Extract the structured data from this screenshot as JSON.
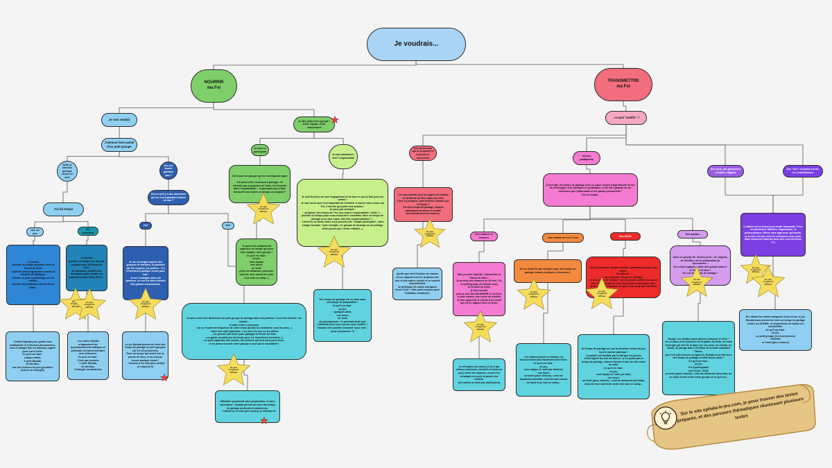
{
  "nodes": {
    "root": {
      "text": "Je voudrais...",
      "bg": "#aad4f5"
    },
    "nourrir": {
      "text": "NOURRIR\nma Foi",
      "bg": "#7ecf6a"
    },
    "transmettre": {
      "text": "TRANSMETTRE\nma Foi",
      "bg": "#f26d7d"
    },
    "seul": {
      "text": "Je suis seul(e)",
      "bg": "#8fd0f2"
    },
    "groupe_partie": {
      "text": "Je fais partie d'un groupe / d'une équipe / d'un mouvement",
      "bg": "#7ecf6a"
    },
    "public": {
      "text": "...à quel \"public\" ?",
      "bg": "#f7a9c4"
    },
    "aimerais_groupe": {
      "text": "J'aimerai faire partie d'un petit groupe",
      "bg": "#8fd0f2"
    },
    "non_cherche": {
      "text": "NON, je cherche quelque chose en solo",
      "bg": "#8fd0f2"
    },
    "oui_temps": {
      "text": "Oui une bonne question pas ?",
      "bg": "#2d5fb0"
    },
    "temps": {
      "text": "J'ai du temps",
      "bg": "#8fd0f2"
    },
    "oui_peu": {
      "text": "Oui, un peu",
      "bg": "#8fd0f2"
    },
    "beaucoup": {
      "text": "Oui, beaucoup",
      "bg": "#1a9ab0"
    },
    "solo_peu": {
      "text": "Je prends\nprendre un temps quotidien avec la Parole de Dieu,\nrejoindre des programmes comme la Randonnée Biblique,\nprévoir un (mai !) pèlerinage ou une retraite,\nécouter des podcasts comme Prion, Zetec...",
      "bg": "#2e86d6"
    },
    "solo_beaucoup": {
      "text": "Je prends\nprendre un temps une fois par semaine avec la Parole de Dieu.\nA l'occasion, profiter des transports pour écouter un podcast comme Prion Zetec...",
      "bg": "#2283b8"
    },
    "solo_peu_detail": {
      "text": "J'utilise Ephata pour guider mes méditations et réflexions personnelles, avec à chaque fois un nouveau regard posé sur le texte.\nCe qu'il me faut :\nchaque matin,\n1 carte Ephata,\n20 minutes,\nune des lectures du jour (première lecture ou évangile)",
      "bg": "#8fd0f2"
    },
    "solo_beaucoup_detail": {
      "text": "Les cartes Ephata m'apportent des questionnements ludiques et profonds et m'amènent dans mes réflexions.\nCe qu'il me faut :\n1 fois par semaine\n1 carte Ephata,\n20 minutes,\nl'évangile du dimanche",
      "bg": "#8fd0f2"
    },
    "structures": {
      "text": "Est-ce qu'il y a des structures qui me correspondent autour de moi ?",
      "bg": "#2d5fb0"
    },
    "oui_struct": {
      "text": "Oui",
      "bg": "#2d5fb0"
    },
    "non_struct": {
      "text": "Non",
      "bg": "#8fd0f2"
    },
    "rejoindre": {
      "text": "Je me renseigne auprès des groupes de retraites, en passant par les couples, les prêtres... Il y a forcément quelque chose pour moi !\nJe me renseigne dans ma paroisse, ou sur les sites internet des grands mouvements.",
      "bg": "#2d5fb0"
    },
    "rejoindre_detail": {
      "text": "Le jeu Ephata permet de vivre des temps de partage en petit groupes (de 5 à 10 personnes)\nPour un temps qui centré sur la parole de Dieu, et où chacun trouve quelque chose !\n→ Comme je ne suis plus seul(e), je retourne là",
      "bg": "#8fd0f2"
    },
    "creer": {
      "text": "Je peux créer très facilement un petit groupe de partage dans ma paroisse / mon lieu d'étude / de travail...\nIl suffit d'être 3 minimum\n• on se réunit à la fréquence de notre choix (toutes les semaines, tous les mois...)\n• dans une salle (paroisse...) ou chez les uns ou les autres\n• on prévoit une heure pour partager la Parole de Dieu\n• on garde un petit peu de temps pour les nourritures terrestres :)\n• on peut organiser des sorties, des actions qui font sens pour nous...\net on pense à ouvrir notre groupe à ceux qui le souhaitent !",
      "bg": "#5fd4e0"
    },
    "creer_detail": {
      "text": "Utilisable quasiment sans préparation, et sans \"animateur\", Ephata permet de vivre des temps de partage profonds et chaleureux.\n→ Comme je ne suis plus seul(e), je retourne là",
      "bg": "#5fd4e0"
    },
    "participant": {
      "text": "Je suis un participant",
      "bg": "#7ecf6a"
    },
    "animateur": {
      "text": "Je suis animateur / chef / responsable",
      "bg": "#c7f08c"
    },
    "participant_txt": {
      "text": "J'ai trouvé un groupe qui me correspond super !\nJ'ai aussi mille richesses à partager. Je n'hésite pas à proposer de l'aide, à m'investir dans l'organisation... et pourquoi pas à faire découvrir aux autres un temps où original ?",
      "bg": "#7ecf6a"
    },
    "participant_detail": {
      "text": "Je peux très simplement organiser un temps qui pour mon équipe / mon groupe !\nCe qu'il me faut :\nun jeu,\nmon équipe\nune heure\nun texte\n(celui de dimanche prochain, celui de mon carnet de route et je suis en camp...)",
      "bg": "#7ecf6a"
    },
    "animateur_txt": {
      "text": "Je suis fier(ère) de mon engagement et de tout ce que je fais pour les autres !\nJe sais aussi que c'est important de chercher à nourrir sans cesse ma Foi, c'est elle qui porte mes actions !\nJe peux par exemple :\n• proposer des temps de \"foi\" aux autres responsables / chefs ?... prendre un temps pour nous ressourcer ensemble, faire un temps de partage et un bon repas, loin des responsabilités ?...\n• chercher un autre cadre où je pourrai être \"simple participant\", sans charge mentale ? (par exemple, un groupe de louange ou de partage entre jeunes pro / entre retraités...)",
      "bg": "#c7f08c"
    },
    "animateur_detail": {
      "text": "Des temps de partage clé en main sans surcharge de préparation !\nCe qu'il me faut :\nun jeu,\nquelques amis\nune heure\nun texte\n(et pourquoi pas : le prochain texte que j'utiliserai avec ceux qui me sont confiés ? Histoire d'en profiter vraiment \"pour moi\", pour commencer ?)",
      "bg": "#5fd4e0"
    },
    "pub_prep": {
      "text": "Des personnes qui se préparent à recevoir un sacrement",
      "bg": "#f26d7d"
    },
    "pub_jeunes": {
      "text": "Jeunes, pratiquants",
      "bg": "#f57ad1"
    },
    "pub_nonreligieux": {
      "text": "Des amis, des personnes d'autres religions",
      "bg": "#9b5de5"
    },
    "pub_chretiens": {
      "text": "Des \"non\" croyants à la foi, les contradicteurs",
      "bg": "#7b3fe4"
    },
    "prep_txt": {
      "text": "Les sacrements sont les signes de l'action de la Parole de Dieu dans nos vies.\nPour s'y préparer, quel meilleur chemin que la Parole ?\nPar des temps de partage, chaque participant va mieux se mettre personnellement en marche.",
      "bg": "#f26d7d"
    },
    "prep_detail": {
      "text": "Quelle que soit l'histoire de chacun et son rapport à la Foi, la parole des uns et des autres circule et se nourrit mutuellement.\nJe privilégie les cartes marquées d'une Croix : elles sont conçues pour l'initiation chrétienne.",
      "bg": "#8fd0f2"
    },
    "jeunes_txt": {
      "text": "À tout âge, les temps de partage sont un super moyen d'approfondir sa foi, de développer son intelligence symbolique, et de faire grandir sa vie intérieure par l'élaboration d'une parole personnelle !\nJ'ai en charge :",
      "bg": "#f57ad1"
    },
    "enfants": {
      "text": "Des enfants en lecteurs",
      "bg": "#f57ad1"
    },
    "ados": {
      "text": "des enfants de 9 à 17 ans",
      "bg": "#f48a3e"
    },
    "ados_jeunes": {
      "text": "Des ADOS",
      "bg": "#ee2a2a"
    },
    "adultes": {
      "text": "Des adultes",
      "bg": "#d59cf0"
    },
    "enfants_txt": {
      "text": "Mon premier objectif : transmettre la Parole de Dieu !\nJe prévois des séances de 45 min / 1h,\nen petit groupe (8 enfants max)\nJe choisis un texte,\nje leur raconte\npuis je leur fais INCARNER le récit (on le joue comme une scène de théâtre)\nJe leur apprends le refrain d'un chant qui est en rapport avec ce texte.",
      "bg": "#f57ad1"
    },
    "enfants_detail": {
      "text": "Je m'inspire des cartes (1 ou 2 par séance maximum, choisies à l'avance) pour varier les séances, nourrir les échanges et ouvrir la parole des enfants.\n(les cartes ne sont pas distribuées)",
      "bg": "#5fd4e0"
    },
    "ados_txt": {
      "text": "On se réunit 1h par semaine pour des temps de partage vivants, ludiques, et incarnés !",
      "bg": "#f48a3e"
    },
    "ados_detail": {
      "text": "Les enfants jouent en binôme, ils trouvent ainsi plus facilement des idées.\nCe qu'il me faut :\nun jeu,\nmon équipe (1 carte par binôme)\nune heure\nun texte (pour chacun) : celui de dimanche prochain, celui de mon carnet de route et je suis en camp...",
      "bg": "#5fd4e0"
    },
    "ados_jeunes_txt": {
      "text": "On se réunit une fois par semaine, pendant au moins une heure.\nOn alterne :\n• des séances \"temps de partage\"\n• et des séances \"action !\" où les jeunes mettent en œuvre (de à Z) un projet de leur choix (tout est possible, tant qu'ils peuvent expliquer en quoi c'est un projet chrétien)",
      "bg": "#ee2a2a"
    },
    "ados_jeunes_detail": {
      "text": "Un temps de partage où, par la structure même du jeu, tout le monde participe !\nLa parole est facilitée par le fait que les jeunes s'interrogent les uns les autres : je ne guide pas le temps de partage, chacun l'anime à tour de rôle selon sa carte.\nCe qu'il me faut :\nun jeu,\nmon équipe (1 carte par ado)\nune heure\nun texte (pour chacun) : celui de dimanche prochain, celui de mon carnet de route et je suis en camp...",
      "bg": "#5fd4e0"
    },
    "adultes_txt": {
      "text": "Dans un groupe de \"jeunes pros\", de couples, de retraités, ou en préparation de sacrements...\nOn a tout à gagner à faire une grande place à la Parole de Dieu !\nOn ose les temps de partage !",
      "bg": "#d59cf0"
    },
    "adultes_detail": {
      "text": "Scoop ! les adultes aussi aiment s'amuser et rêver !\nOn se lance à la recherche de la pépite du texte, on mêle l'aveugle qui met de la boue sur ses yeux, on chante, on débat, on plonge dans l'émotion de la foule scandant \"Jésus...\nQue l'on soit novices ou aguerris, Ephata nous fait vivre des temps de partage comme aucun autre !\nCe qu'il me faut :\nun jeu,\n5 à 8 participants\nune heure / 1H30\nun texte (pour chacun) : celui de dimanche prochain, ou un autre choisi selon votre groupe et ce qu'il vit...",
      "bg": "#5fd4e0"
    },
    "bible_txt": {
      "text": "La Bible est un trésor pour toute l'humanité. C'est un patrimoine littéraire, linguistique, et philosophique. Même sans approche spirituelle, sa lecture est une voie de croissance pour tous.\nMais comment l'aborder avec des non-chrétiens ???",
      "bg": "#7b3fe4"
    },
    "bible_detail": {
      "text": "En retirant les cartes marquées d'une Croix, le jeu Ephata nous permet de vivre un temps de partage centré sur la Bible, et respectueux de toutes les sensibilités.\nCe qu'il me faut :\nun jeu,\nun petit groupe (3 à 8 personnes)\n1H/1H30\nun texte (pour chacun)",
      "bg": "#8fd0f2"
    }
  },
  "star_label": "Ce que m'apporte EPhata",
  "star_color": "#f5dc5a",
  "footer": {
    "text": "Sur le site ephata-le-jeu.com, je peux trouver des textes préparés, et des parcours thématiques réunissant plusieurs textes"
  }
}
